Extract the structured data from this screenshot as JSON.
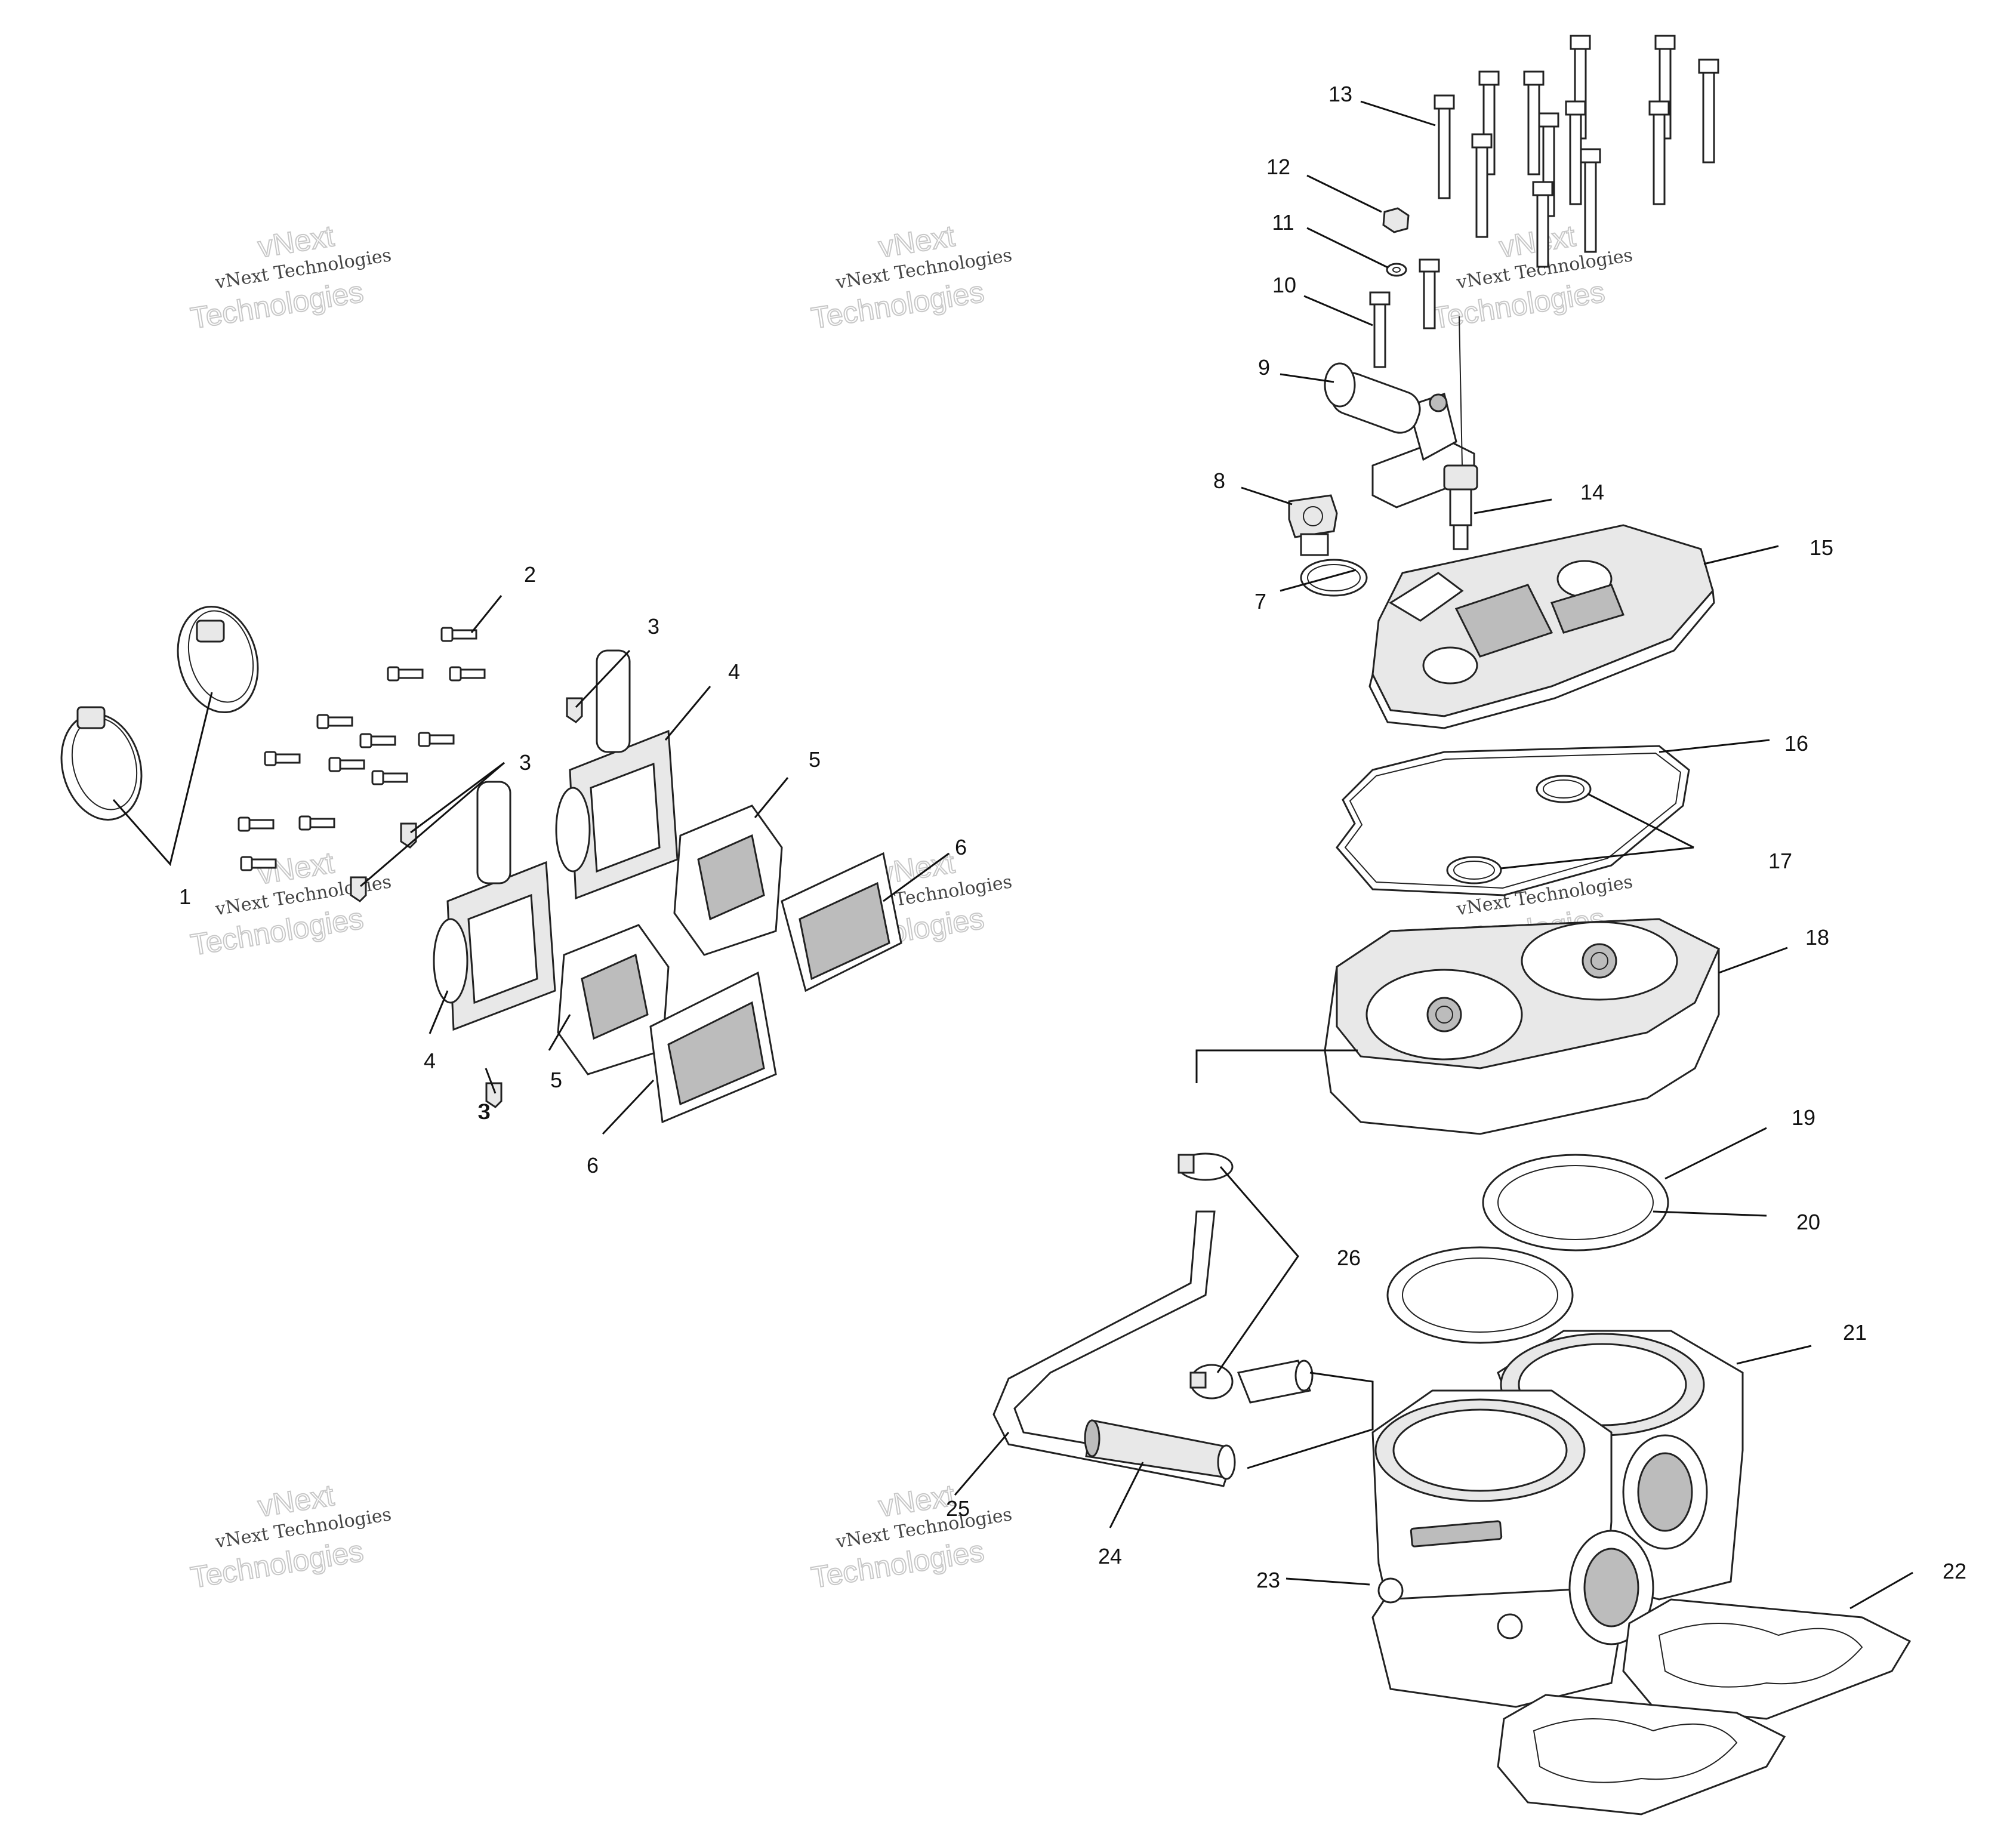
{
  "watermark": {
    "line1": "vNext",
    "line2": "vNext Technologies",
    "line3": "Technologies"
  },
  "callouts": [
    "1",
    "2",
    "3",
    "3",
    "3",
    "3",
    "4",
    "4",
    "5",
    "5",
    "6",
    "6",
    "7",
    "8",
    "9",
    "10",
    "11",
    "12",
    "13",
    "14",
    "15",
    "16",
    "17",
    "18",
    "19",
    "20",
    "21",
    "22",
    "23",
    "24",
    "25",
    "26"
  ],
  "parts": {
    "hose_clamp": "hose-clamp",
    "reed_cage": "reed-valve-housing",
    "cylinder_head_cover": "cylinder-head-cover",
    "cylinder_head": "cylinder-head",
    "cylinder": "cylinder",
    "coolant_hose": "coolant-hose",
    "thermostat": "thermostat",
    "temp_sensor": "temperature-sensor"
  },
  "colors": {
    "line": "#222222",
    "shade": "#bcbcbc",
    "watermark": "#c8c8c8"
  }
}
